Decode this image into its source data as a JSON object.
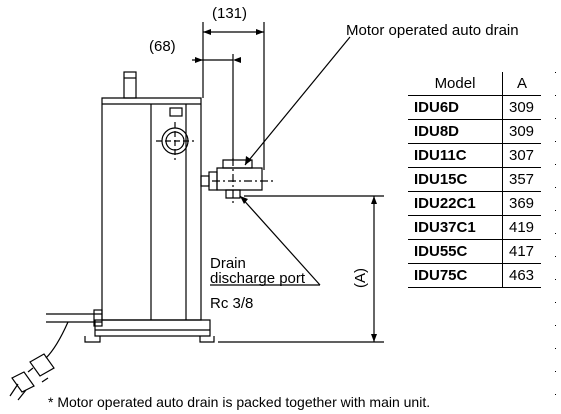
{
  "dimensions": {
    "width_131": "(131)",
    "width_68": "(68)",
    "height_a": "(A)"
  },
  "callouts": {
    "motor_drain": "Motor operated auto drain",
    "drain_line1": "Drain",
    "drain_line2": "discharge port",
    "port_size": "Rc 3/8"
  },
  "table": {
    "header_model": "Model",
    "header_a": "A",
    "rows": [
      {
        "model": "IDU6D",
        "a": "309"
      },
      {
        "model": "IDU8D",
        "a": "309"
      },
      {
        "model": "IDU11C",
        "a": "307"
      },
      {
        "model": "IDU15C",
        "a": "357"
      },
      {
        "model": "IDU22C1",
        "a": "369"
      },
      {
        "model": "IDU37C1",
        "a": "419"
      },
      {
        "model": "IDU55C",
        "a": "417"
      },
      {
        "model": "IDU75C",
        "a": "463"
      }
    ]
  },
  "footnote": "* Motor operated auto drain is packed together with main unit."
}
